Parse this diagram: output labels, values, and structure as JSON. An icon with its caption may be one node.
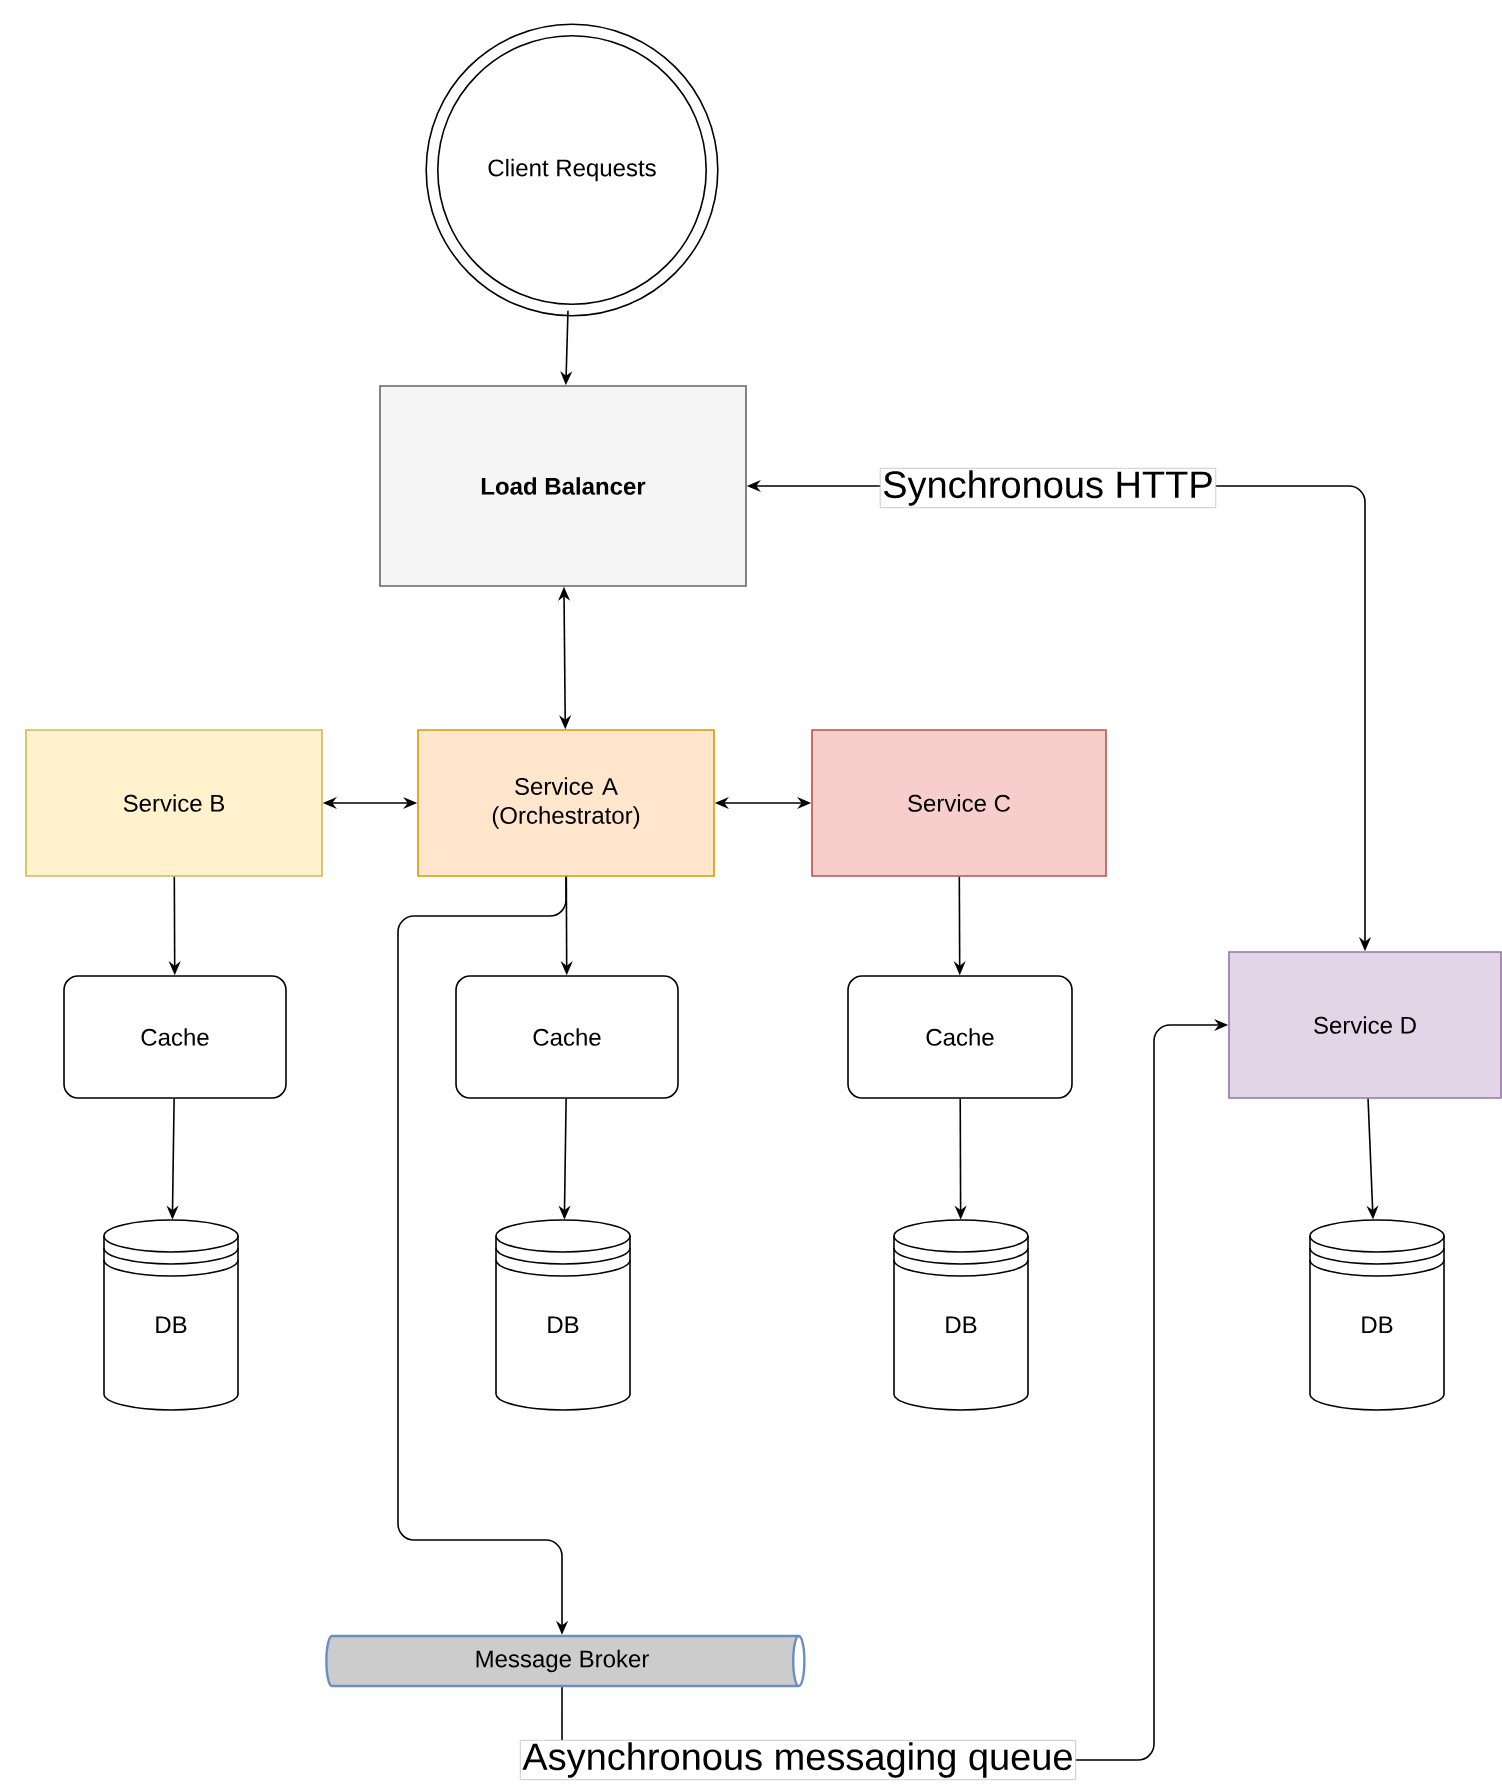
{
  "diagram": {
    "nodes": [
      {
        "text": [
          "Client Requests"
        ]
      },
      {
        "text": [
          "Load Balancer"
        ]
      },
      {
        "text": [
          "Service B"
        ]
      },
      {
        "text": [
          "Service A (Orchestrator)"
        ]
      },
      {
        "text": [
          "Service C"
        ]
      },
      {
        "text": [
          "Cache"
        ]
      },
      {
        "text": [
          "Cache"
        ]
      },
      {
        "text": [
          "Cache"
        ]
      },
      {
        "text": [
          "Service D"
        ]
      },
      {
        "text": [
          "DB"
        ]
      },
      {
        "text": [
          "DB"
        ]
      },
      {
        "text": [
          "DB"
        ]
      },
      {
        "text": [
          "DB"
        ]
      },
      {
        "text": [
          "Message Broker"
        ]
      }
    ],
    "edges": [
      {
        "from": 0,
        "to": 1,
        "arrow": "to"
      },
      {
        "from": 1,
        "to": 3,
        "arrow": "both"
      },
      {
        "from": 3,
        "to": 2,
        "arrow": "both"
      },
      {
        "from": 3,
        "to": 4,
        "arrow": "both"
      },
      {
        "from": 1,
        "to": 8,
        "arrow": "both",
        "label": "Synchronous HTTP"
      },
      {
        "from": 2,
        "to": 5,
        "arrow": "to"
      },
      {
        "from": 3,
        "to": 6,
        "arrow": "to"
      },
      {
        "from": 4,
        "to": 7,
        "arrow": "to"
      },
      {
        "from": 3,
        "to": 13,
        "arrow": "to"
      },
      {
        "from": 5,
        "to": 9,
        "arrow": "to"
      },
      {
        "from": 6,
        "to": 10,
        "arrow": "to"
      },
      {
        "from": 7,
        "to": 11,
        "arrow": "to"
      },
      {
        "from": 8,
        "to": 12,
        "arrow": "to"
      },
      {
        "from": 13,
        "to": 8,
        "arrow": "to",
        "label": "Asynchronous messaging queue"
      }
    ]
  }
}
